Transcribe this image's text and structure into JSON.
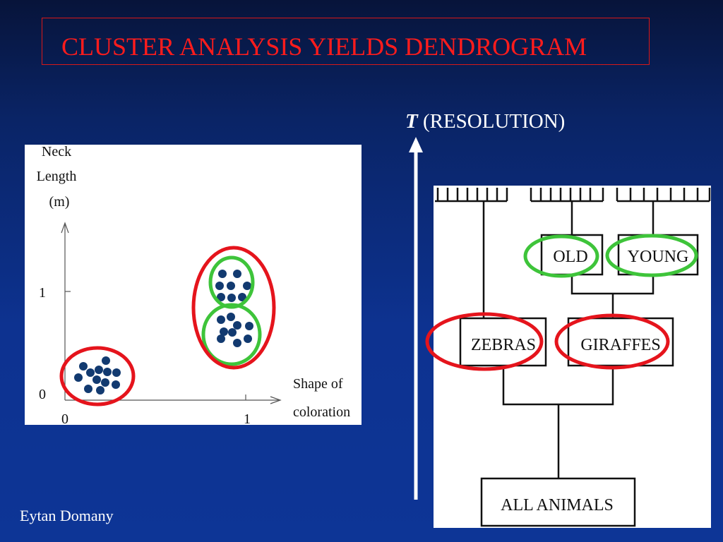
{
  "title": "CLUSTER ANALYSIS YIELDS DENDROGRAM",
  "resolution_label": {
    "symbol": "T",
    "text": "(RESOLUTION)"
  },
  "author": "Eytan Domany",
  "scatter": {
    "y_label_lines": [
      "Neck",
      "Length",
      "(m)"
    ],
    "x_label_lines": [
      "Shape of",
      "coloration"
    ],
    "y_ticks": [
      "1",
      "0"
    ],
    "x_ticks": [
      "0",
      "1"
    ]
  },
  "dendrogram": {
    "nodes": {
      "old": "OLD",
      "young": "YOUNG",
      "zebras": "ZEBRAS",
      "giraffes": "GIRAFFES",
      "all_animals": "ALL ANIMALS"
    }
  },
  "colors": {
    "background": "#0d3290",
    "title": "#ff1c1c",
    "red_cluster": "#e5141c",
    "green_cluster": "#3ec43a",
    "dots": "#123a70"
  }
}
